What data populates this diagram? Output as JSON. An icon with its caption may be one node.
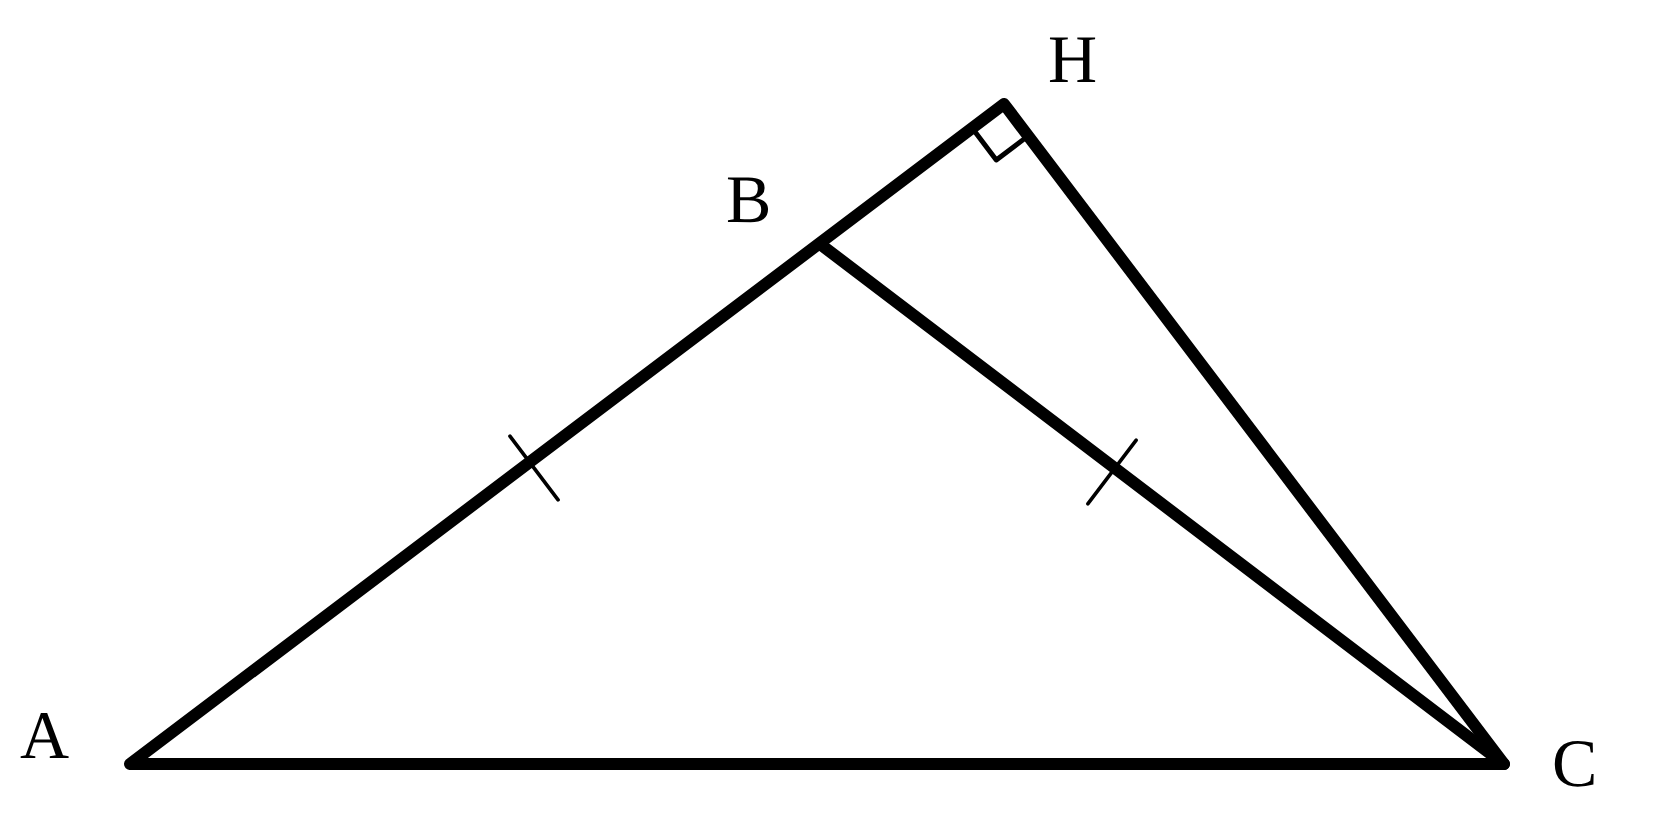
{
  "diagram": {
    "labels": [
      "H",
      "B",
      "A",
      "C"
    ]
  }
}
